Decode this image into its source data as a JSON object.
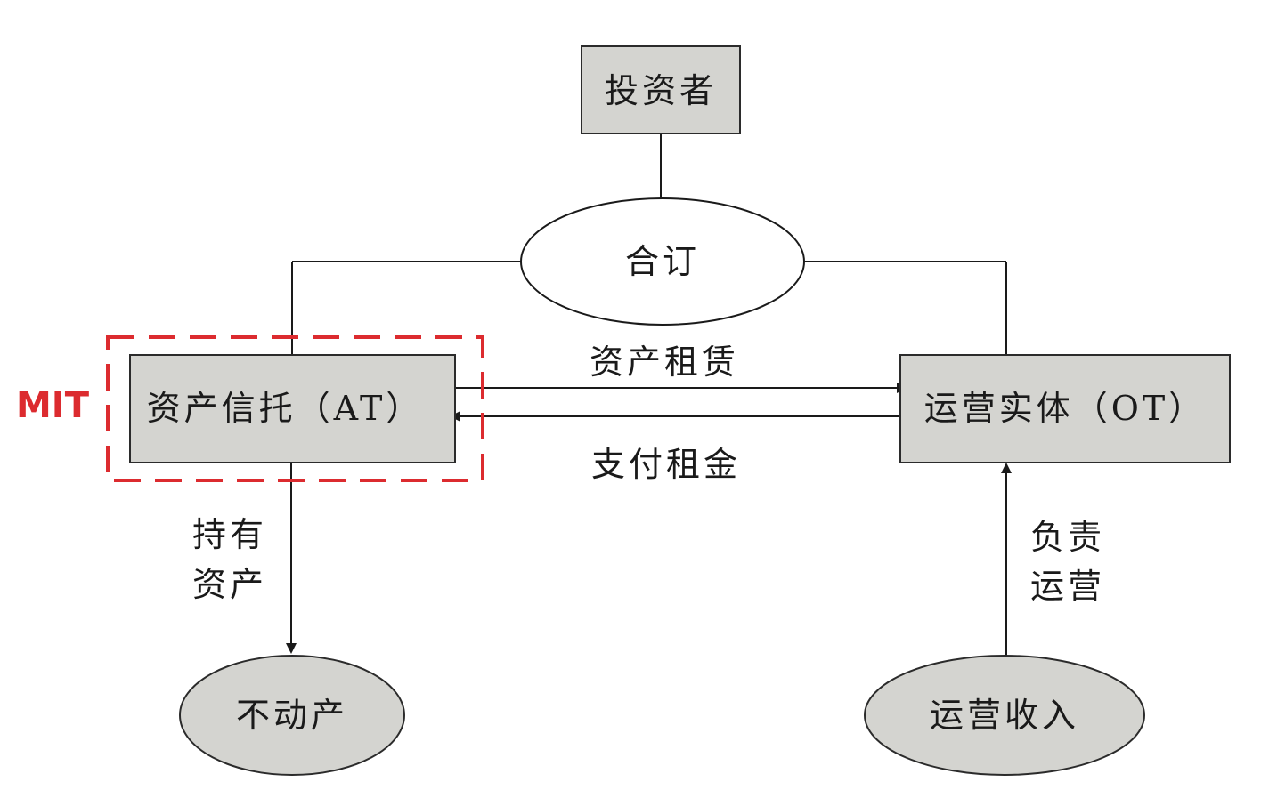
{
  "colors": {
    "node_fill": "#d4d4d0",
    "node_stroke": "#2b2b2b",
    "line": "#1a1a1a",
    "highlight": "#dc2b2f"
  },
  "nodes": {
    "investor": "投资者",
    "joint_contract": "合订",
    "asset_trust": "资产信托（AT）",
    "operating_entity": "运营实体（OT）",
    "real_estate": "不动产",
    "operating_income": "运营收入"
  },
  "edges": {
    "asset_lease": "资产租赁",
    "pay_rent": "支付租金",
    "hold_assets": [
      "持有",
      "资产"
    ],
    "responsible_operation": [
      "负责",
      "运营"
    ]
  },
  "highlight": {
    "label": "MIT"
  }
}
